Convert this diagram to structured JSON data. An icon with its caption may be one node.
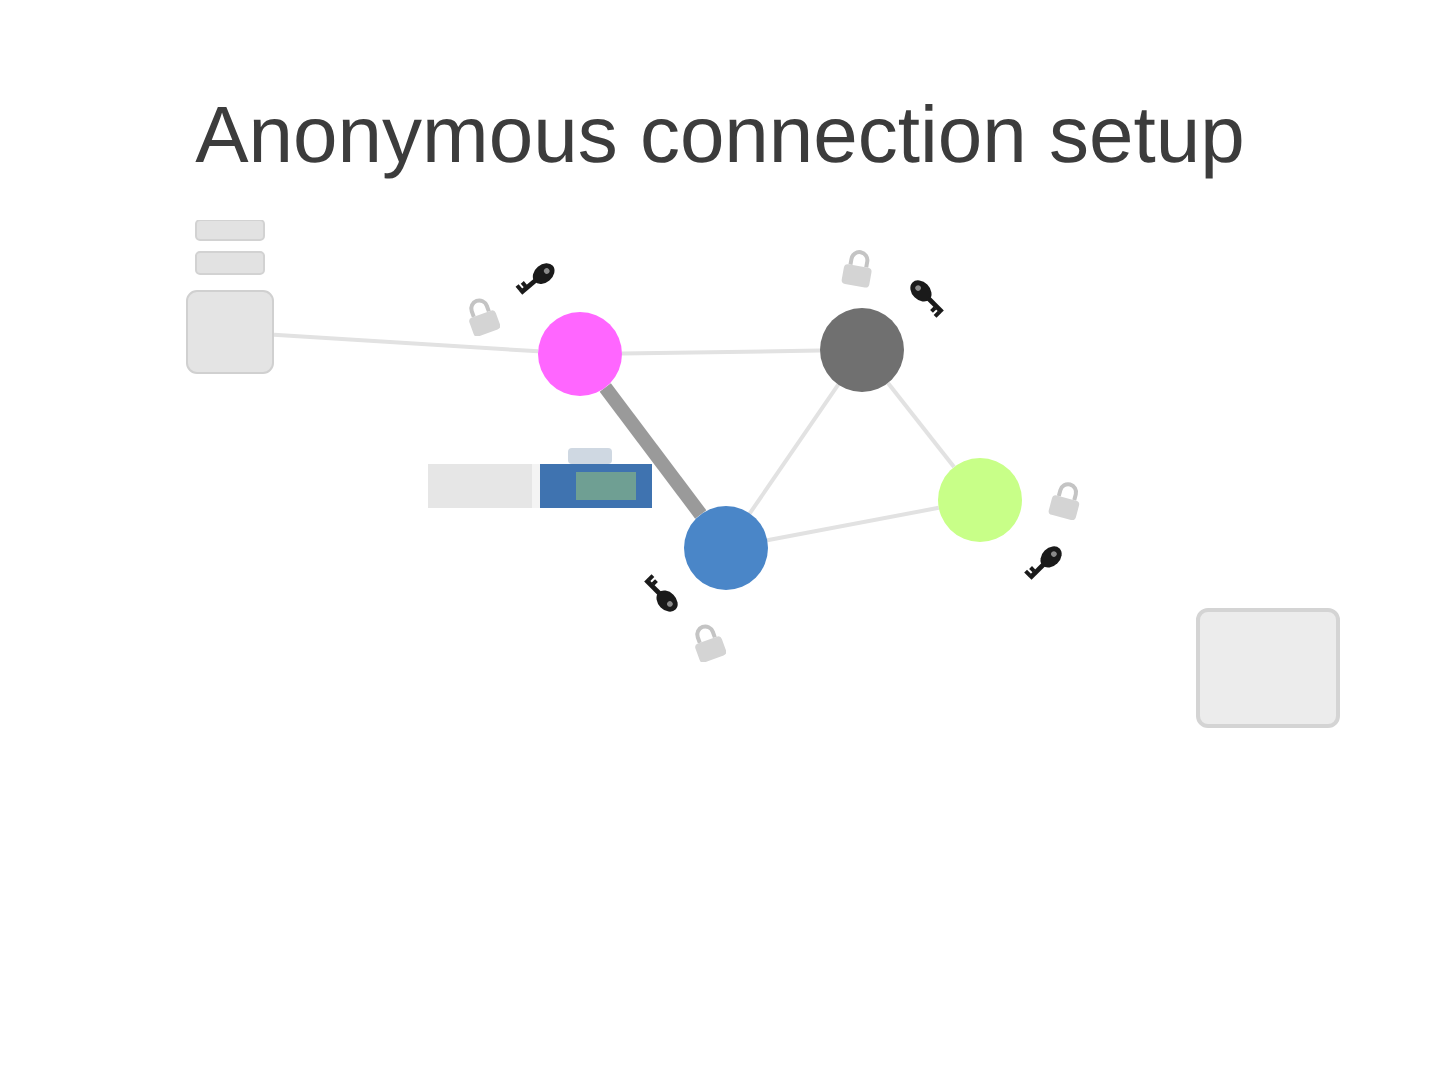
{
  "diagram": {
    "title": "Anonymous connection setup",
    "nodes": [
      {
        "text": [],
        "shape": "box"
      },
      {
        "text": [],
        "shape": "circle"
      },
      {
        "text": [],
        "shape": "circle"
      },
      {
        "text": [],
        "shape": "bar"
      },
      {
        "text": [],
        "shape": "circle"
      },
      {
        "text": [],
        "shape": "circle"
      },
      {
        "text": [],
        "shape": "box"
      }
    ],
    "edges": [
      {
        "from": 0,
        "to": 1,
        "arrow": "none"
      },
      {
        "from": 1,
        "to": 2,
        "arrow": "none"
      },
      {
        "from": 1,
        "to": 4,
        "arrow": "none",
        "style": "thick",
        "color": "#9a9a9a"
      },
      {
        "from": 2,
        "to": 4,
        "arrow": "none"
      },
      {
        "from": 2,
        "to": 5,
        "arrow": "none"
      },
      {
        "from": 4,
        "to": 5,
        "arrow": "none"
      }
    ]
  }
}
